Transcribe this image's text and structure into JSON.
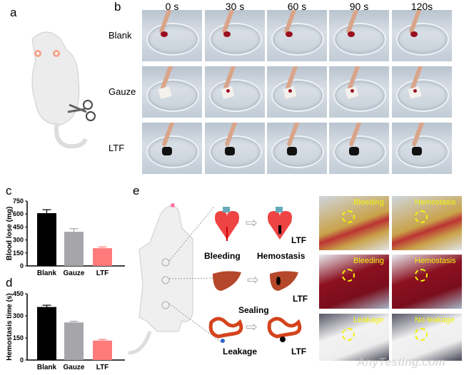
{
  "panels": {
    "a": "a",
    "b": "b",
    "c": "c",
    "d": "d",
    "e": "e"
  },
  "panel_b": {
    "columns": [
      "0 s",
      "30 s",
      "60 s",
      "90 s",
      "120s"
    ],
    "rows": [
      "Blank",
      "Gauze",
      "LTF"
    ]
  },
  "chart_data": [
    {
      "type": "bar",
      "title": "",
      "xlabel": "",
      "ylabel": "Blood lose (mg)",
      "ylim": [
        0,
        750
      ],
      "yticks": [
        "0",
        "150",
        "300",
        "450",
        "600",
        "750"
      ],
      "categories": [
        "Blank",
        "Gauze",
        "LTF"
      ],
      "values": [
        610,
        395,
        205
      ],
      "errors": [
        40,
        35,
        15
      ],
      "colors": [
        "#000000",
        "#a6a6aa",
        "#ff7b7b"
      ]
    },
    {
      "type": "bar",
      "title": "",
      "xlabel": "",
      "ylabel": "Hemostasis time (s)",
      "ylim": [
        0,
        450
      ],
      "yticks": [
        "0",
        "150",
        "300",
        "450"
      ],
      "categories": [
        "Blank",
        "Gauze",
        "LTF"
      ],
      "values": [
        360,
        255,
        132
      ],
      "errors": [
        12,
        8,
        8
      ],
      "colors": [
        "#000000",
        "#a6a6aa",
        "#ff7b7b"
      ]
    }
  ],
  "panel_e": {
    "bleeding": "Bleeding",
    "hemostasis": "Hemostasis",
    "sealing": "Sealing",
    "leakage": "Leakage",
    "ltf1": "LTF",
    "ltf2": "LTF",
    "ltf3": "LTF",
    "photos": [
      "Bleeding",
      "Hemostasis",
      "Bleeding",
      "Hemostasis",
      "Leakage",
      "No leakage"
    ]
  },
  "watermark": "AnyTesting.com"
}
